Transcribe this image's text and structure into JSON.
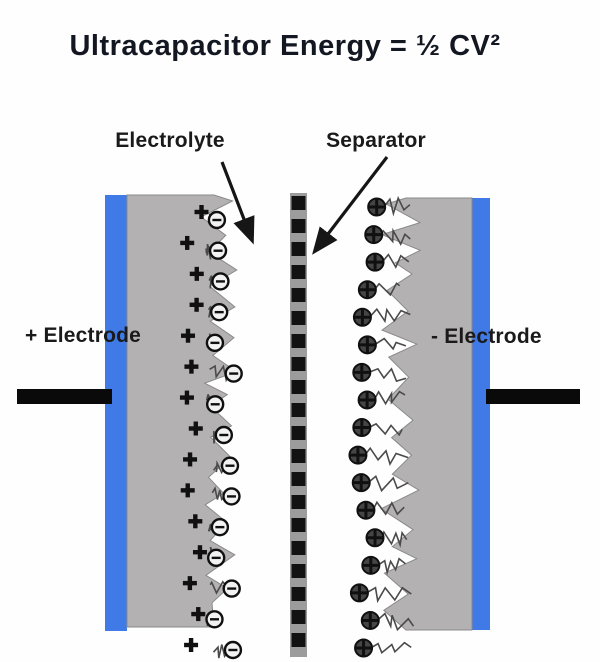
{
  "title": "Ultracapacitor Energy = ½ CV²",
  "labels": {
    "electrolyte": "Electrolyte",
    "separator": "Separator",
    "positive_electrode": "+ Electrode",
    "negative_electrode": "- Electrode"
  },
  "ions": {
    "left_lattice_charge_symbol": "+",
    "left_anion_symbol": "−",
    "right_cation_symbol": "+",
    "left_plus_count": 15,
    "left_anion_count": 15,
    "right_cation_count": 17,
    "separator_square_count": 20
  },
  "colors": {
    "current_collector_blue": "#3f7ae6",
    "electrode_gray": "#b3b1b1",
    "electrode_outline_gray": "#8a8a8a",
    "separator_strip_gray": "#9c9c9c",
    "separator_square_black": "#121212",
    "terminal_black": "#0a0a0a",
    "arrow_black": "#161616",
    "ion_dark": "#101010",
    "anion_fill": "#f2f2f2",
    "cation_fill": "#454545",
    "squiggle_gray": "#4a4a4a",
    "title_text": "#131722",
    "label_text": "#1a1a1a"
  }
}
